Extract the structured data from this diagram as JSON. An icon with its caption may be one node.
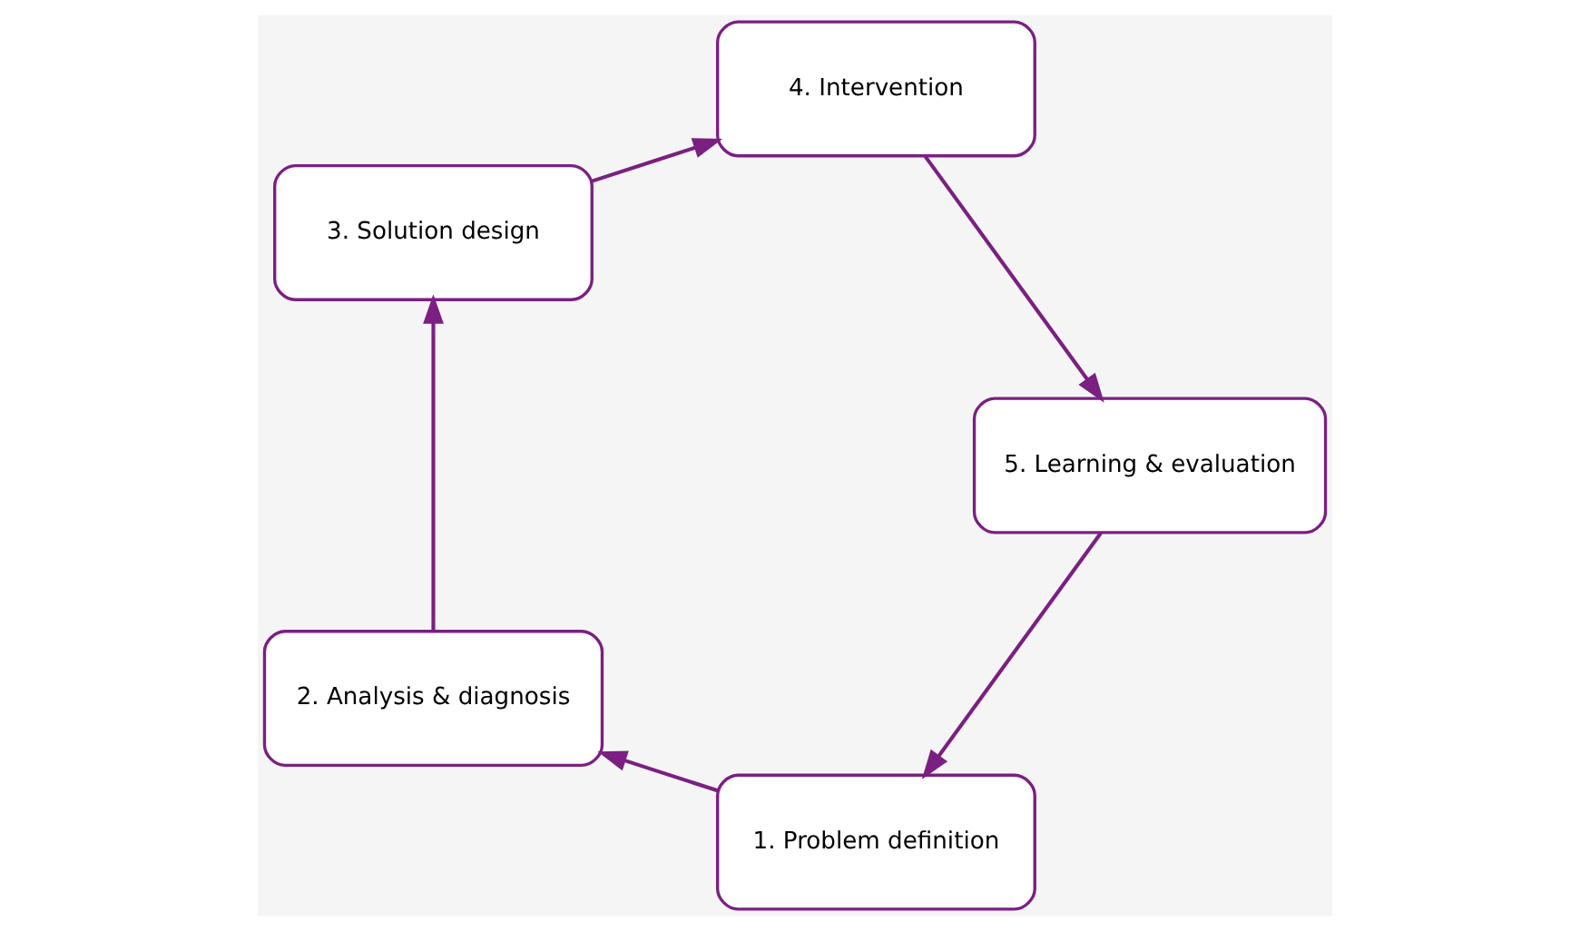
{
  "diagram": {
    "nodes": [
      {
        "text": [
          "1. Problem definition"
        ]
      },
      {
        "text": [
          "2. Analysis & diagnosis"
        ]
      },
      {
        "text": [
          "3. Solution design"
        ]
      },
      {
        "text": [
          "4. Intervention"
        ]
      },
      {
        "text": [
          "5. Learning & evaluation"
        ]
      }
    ],
    "edges": [
      {
        "from": 0,
        "to": 1,
        "arrow": "to"
      },
      {
        "from": 1,
        "to": 2,
        "arrow": "to"
      },
      {
        "from": 2,
        "to": 3,
        "arrow": "to"
      },
      {
        "from": 3,
        "to": 4,
        "arrow": "to"
      },
      {
        "from": 4,
        "to": 0,
        "arrow": "to"
      }
    ]
  }
}
